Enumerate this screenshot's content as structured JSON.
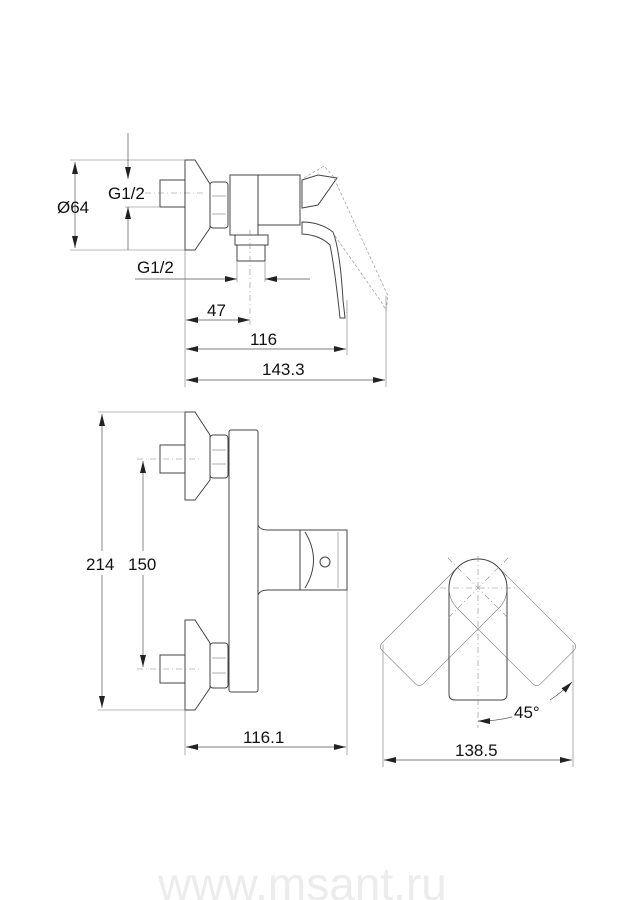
{
  "drawing": {
    "top_view": {
      "diameter_label": "Ø64",
      "inlet_thread_label": "G1/2",
      "outlet_thread_label": "G1/2",
      "outlet_offset_label": "47",
      "body_length_label": "116",
      "overall_length_label": "143.3"
    },
    "front_view": {
      "height_label": "214",
      "inlet_spacing_label": "150",
      "depth_label": "116.1"
    },
    "handle_view": {
      "rotation_label": "45°",
      "swing_width_label": "138.5"
    },
    "watermark": "www.msant.ru"
  }
}
